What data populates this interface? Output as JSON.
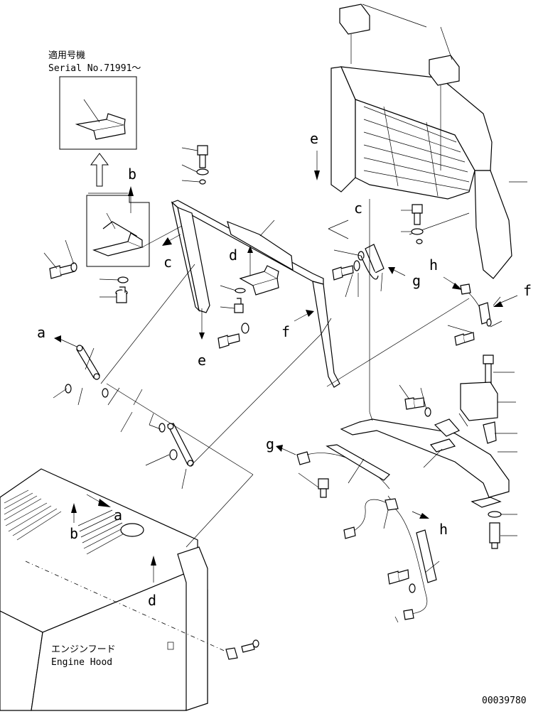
{
  "inset": {
    "title_jp": "適用号機",
    "serial": "Serial No.71991～"
  },
  "callouts": {
    "a": "a",
    "b": "b",
    "c": "c",
    "d": "d",
    "e": "e",
    "f": "f",
    "g": "g",
    "h": "h"
  },
  "hood": {
    "label_jp": "エンジンフード",
    "label_en": "Engine Hood"
  },
  "drawing_number": "00039780"
}
